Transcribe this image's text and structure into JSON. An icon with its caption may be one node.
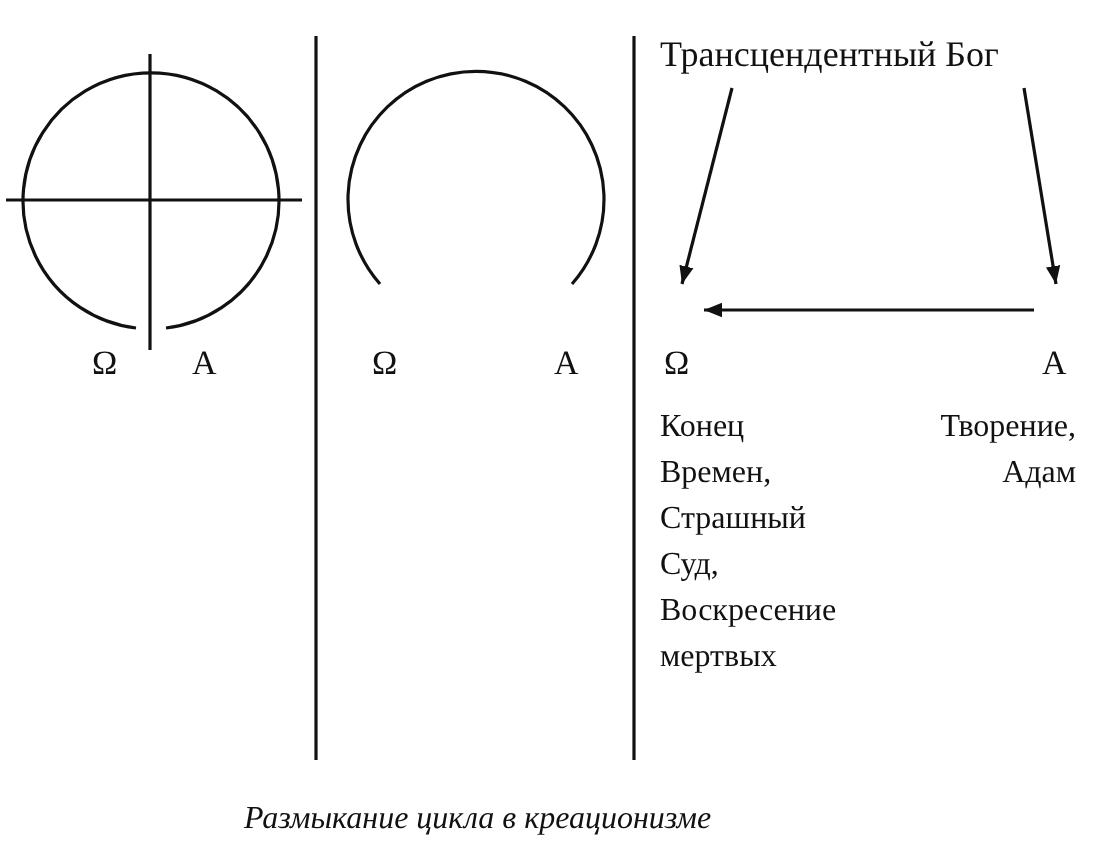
{
  "diagram": {
    "caption": "Размыкание цикла в креационизме",
    "nodes": [
      {
        "text": [
          "Трансцендентный Бог"
        ]
      },
      {
        "text": [
          "Ω"
        ],
        "beside": [
          "Конец Времен, Страшный Суд, Воскресение мертвых"
        ]
      },
      {
        "text": [
          "А"
        ],
        "beside": [
          "Творение, Адам"
        ]
      }
    ],
    "edges": [
      {
        "from": 0,
        "to": 1,
        "arrow": "to"
      },
      {
        "from": 0,
        "to": 2,
        "arrow": "to"
      },
      {
        "from": 2,
        "to": 1,
        "arrow": "to"
      }
    ],
    "labels": [
      "Ω",
      "А",
      "Ω",
      "А"
    ]
  }
}
